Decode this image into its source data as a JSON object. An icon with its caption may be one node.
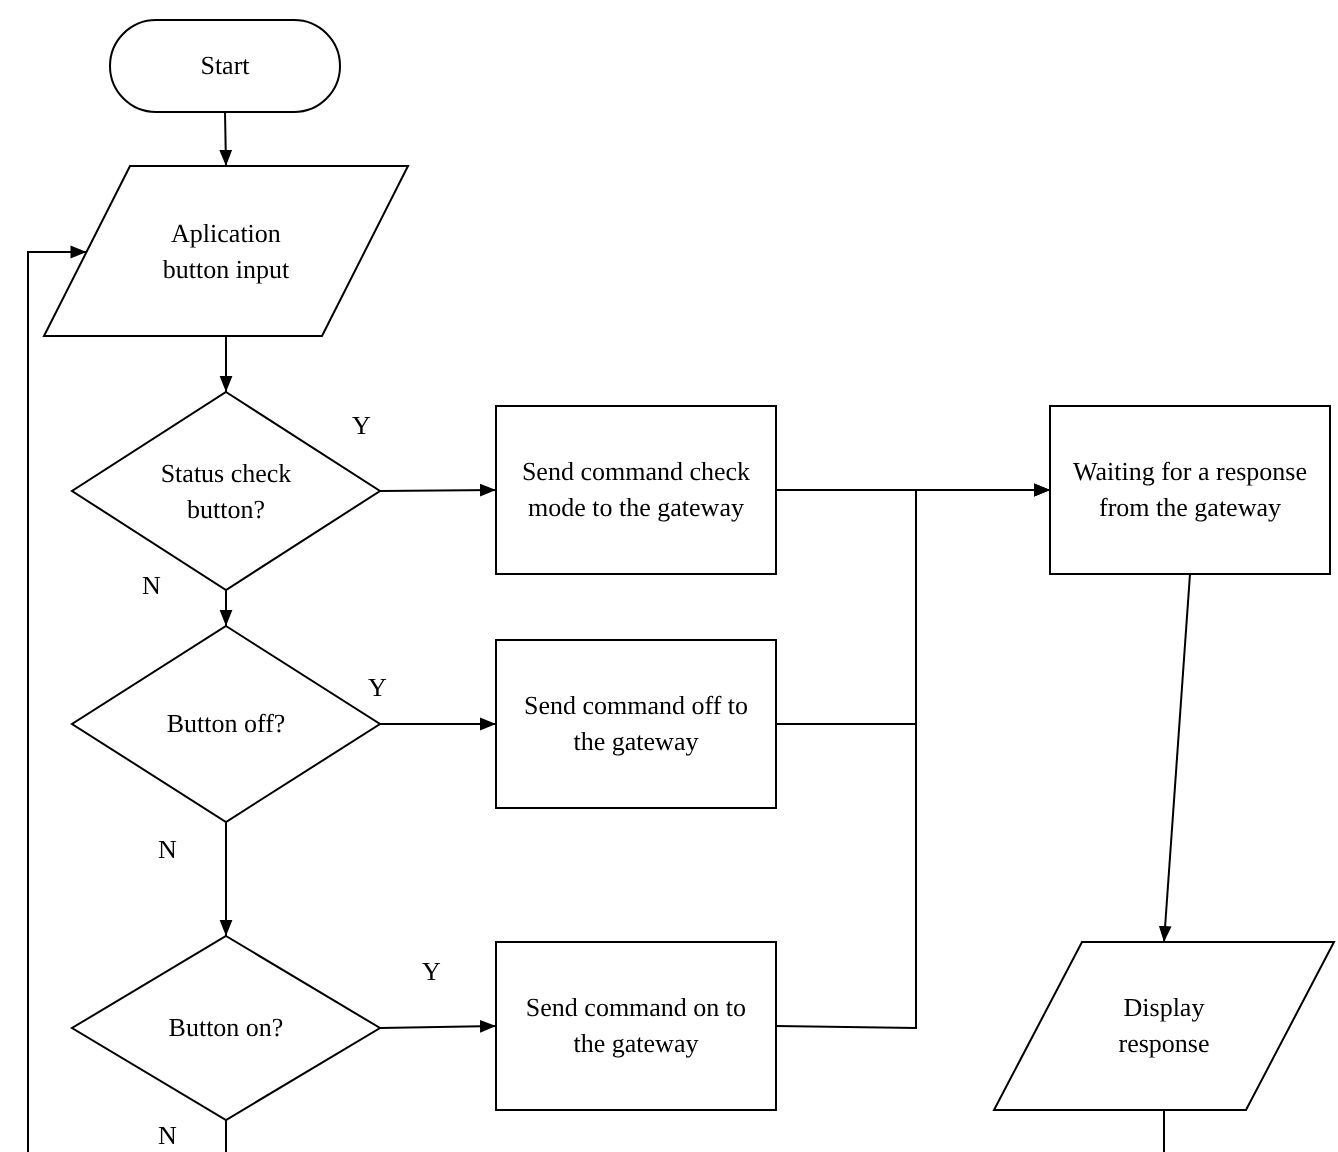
{
  "diagram": {
    "nodes": [
      {
        "text": [
          "Start"
        ]
      },
      {
        "text": [
          "Aplication button input"
        ]
      },
      {
        "text": [
          "Status check button?"
        ]
      },
      {
        "text": [
          "Send command check mode to the gateway"
        ]
      },
      {
        "text": [
          "Waiting for a response from the gateway"
        ]
      },
      {
        "text": [
          "Button off?"
        ]
      },
      {
        "text": [
          "Send command off to the gateway"
        ]
      },
      {
        "text": [
          "Button on?"
        ]
      },
      {
        "text": [
          "Send command on to the gateway"
        ]
      },
      {
        "text": [
          "Display response"
        ]
      }
    ],
    "edges": [
      {
        "from": 0,
        "to": 1,
        "arrow": "to"
      },
      {
        "from": 1,
        "to": 2,
        "arrow": "to"
      },
      {
        "from": 2,
        "to": 3,
        "arrow": "to",
        "label": "Y"
      },
      {
        "from": 2,
        "to": 5,
        "arrow": "to",
        "label": "N"
      },
      {
        "from": 3,
        "to": 4,
        "arrow": "to"
      },
      {
        "from": 5,
        "to": 6,
        "arrow": "to",
        "label": "Y"
      },
      {
        "from": 5,
        "to": 7,
        "arrow": "to",
        "label": "N"
      },
      {
        "from": 6,
        "to": 4,
        "arrow": "to"
      },
      {
        "from": 7,
        "to": 8,
        "arrow": "to",
        "label": "Y"
      },
      {
        "from": 8,
        "to": 4,
        "arrow": "to"
      },
      {
        "from": 4,
        "to": 9,
        "arrow": "to"
      },
      {
        "from": 7,
        "to": null,
        "arrow": "none",
        "label": "N"
      },
      {
        "from": null,
        "to": 1,
        "arrow": "to"
      },
      {
        "from": 9,
        "to": null,
        "arrow": "none"
      }
    ]
  }
}
